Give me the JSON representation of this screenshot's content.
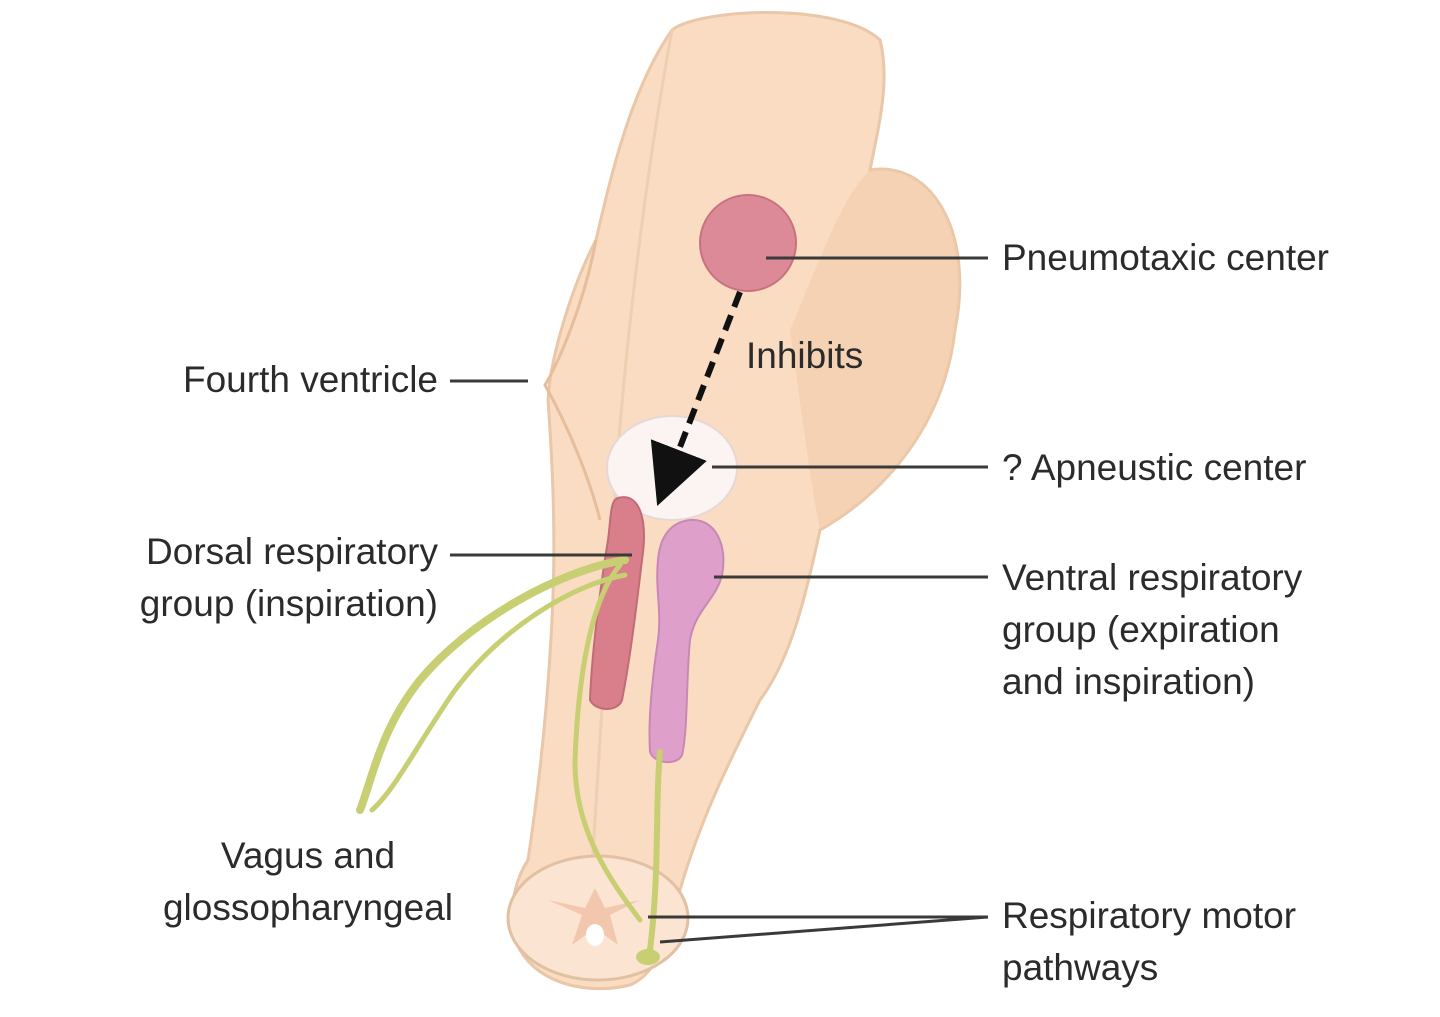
{
  "labels": {
    "pneumotaxic": "Pneumotaxic center",
    "inhibits": "Inhibits",
    "fourth_ventricle": "Fourth ventricle",
    "apneustic": "? Apneustic center",
    "dorsal_line1": "Dorsal respiratory",
    "dorsal_line2": "group (inspiration)",
    "ventral_line1": "Ventral respiratory",
    "ventral_line2": "group (expiration",
    "ventral_line3": "and inspiration)",
    "vagus_line1": "Vagus and",
    "vagus_line2": "glossopharyngeal",
    "motor_line1": "Respiratory motor",
    "motor_line2": "pathways"
  },
  "colors": {
    "brainstem": "#f9dcc2",
    "brainstem_shade": "#eebf9c",
    "pneumotaxic": "#dc8a97",
    "dorsal": "#d87f8b",
    "ventral": "#dea0cb",
    "apneustic": "#fbf4f2",
    "nerve": "#c7cf72",
    "leader": "#3a3a3a"
  }
}
